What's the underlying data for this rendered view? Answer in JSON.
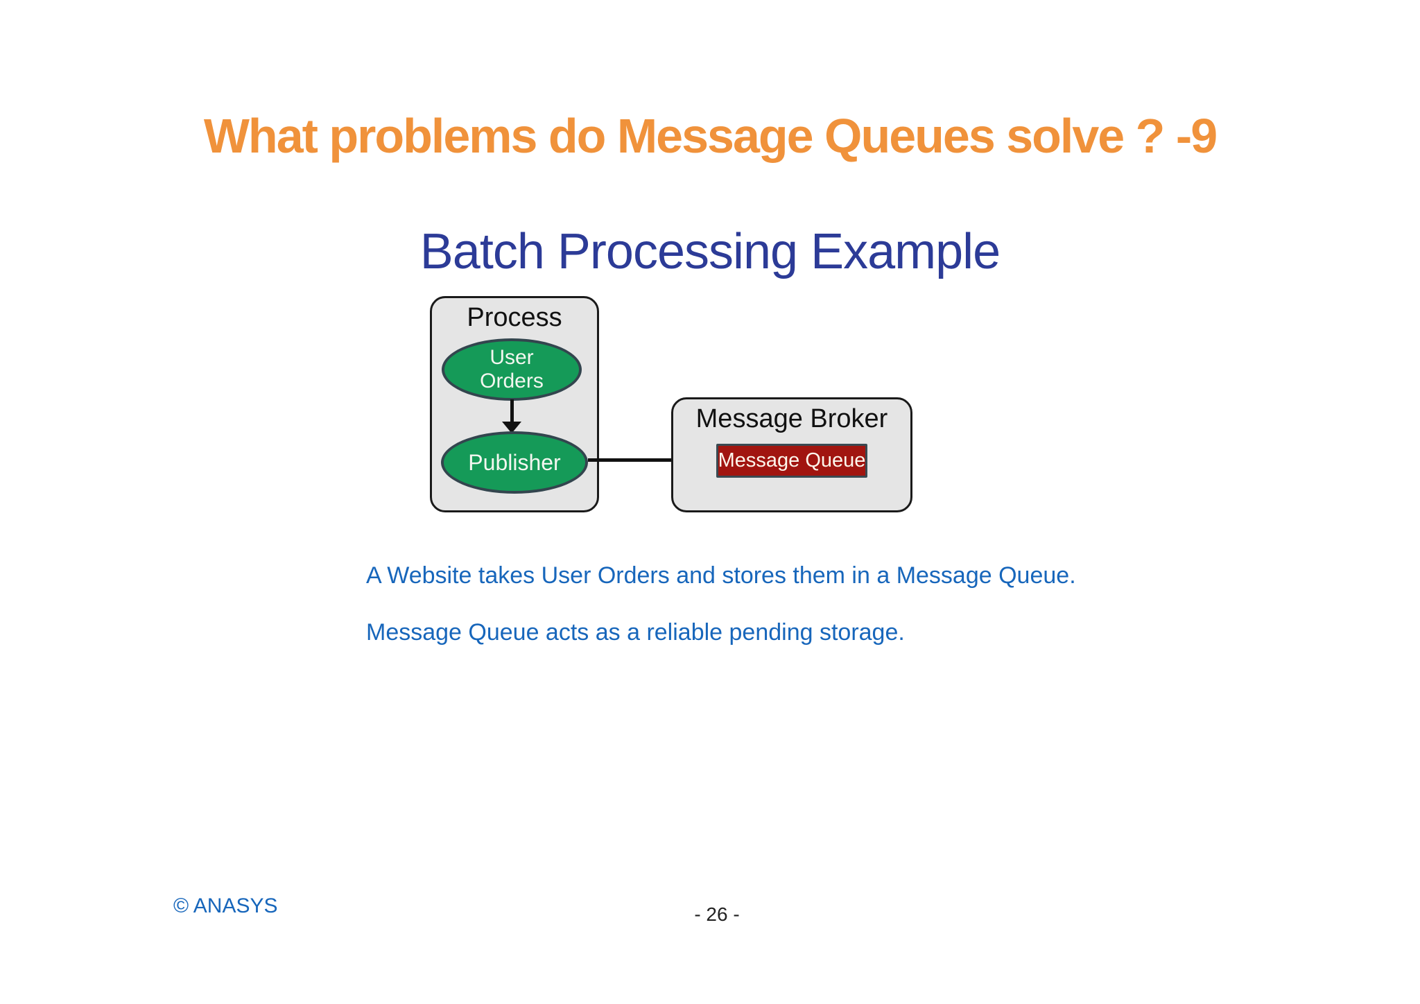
{
  "slide": {
    "title": "What problems do Message Queues solve ? -9",
    "subtitle": "Batch Processing Example",
    "body": {
      "line1": "A Website takes User Orders and stores them in a Message Queue.",
      "line2": "Message Queue acts as a reliable pending storage."
    },
    "footer": {
      "copyright": "© ANASYS",
      "page_number": "- 26 -"
    }
  },
  "diagram": {
    "process": {
      "title": "Process",
      "user_orders": {
        "line1": "User",
        "line2": "Orders"
      },
      "publisher_label": "Publisher"
    },
    "broker": {
      "title": "Message Broker",
      "queue_label": "Message Queue"
    },
    "connections": {
      "user_orders_to_publisher": "down-arrow",
      "publisher_to_queue": "right-arrow"
    }
  },
  "colors": {
    "title_orange": "#F0923B",
    "subtitle_navy": "#2C3B97",
    "body_blue": "#1766BB",
    "node_green": "#159A58",
    "node_border": "#33454E",
    "queue_red": "#A11510",
    "queue_border": "#3A4A52",
    "group_box_fill": "#E5E5E5",
    "group_box_border": "#1A1A1A",
    "arrow_black": "#111111",
    "background": "#FFFFFF"
  }
}
